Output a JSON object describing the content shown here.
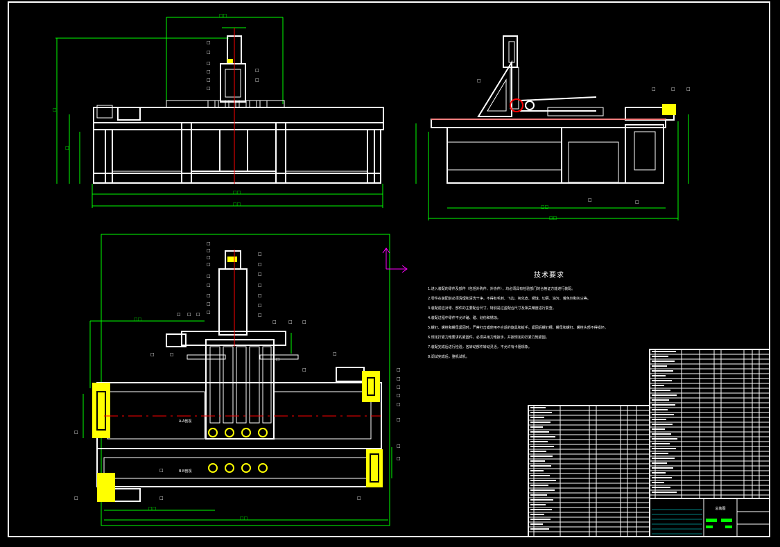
{
  "document": {
    "tech_requirements_title": "技术要求",
    "tech_requirements": [
      "1.进入装配的零件及部件（包括外购件、外协件），均必须具有检验部门的合格证方能进行装配。",
      "2.零件在装配前必须清理和清洗干净，不得有毛刺、飞边、氧化皮、锈蚀、切屑、油污、着色剂和灰尘等。",
      "3.装配前应对零、部件的主要配合尺寸，特别是过盈配合尺寸及相关精度进行复查。",
      "4.装配过程中零件不允许磕、碰、划伤和锈蚀。",
      "5.螺钉、螺栓和螺母紧固时，严禁打击或使用不合适的旋具和扳手。紧固后螺钉槽、螺母和螺钉、螺栓头部不得损坏。",
      "6.规定拧紧力矩要求的紧固件，必须采用力矩扳手，并按规定的拧紧力矩紧固。",
      "7.装配完成后进行检验，各转动部件转动灵活，不允许有卡阻现象。",
      "8.调试完成后，整机试机。"
    ],
    "annotations": [
      "A-A剖视",
      "B-B剖视"
    ],
    "title_block_name": "总装图"
  },
  "colors": {
    "background": "#000000",
    "linework": "#ffffff",
    "dimension": "#00ff00",
    "centerline": "#ff0000",
    "highlight": "#ffff00",
    "ucs_icon": "#ff00ff"
  }
}
